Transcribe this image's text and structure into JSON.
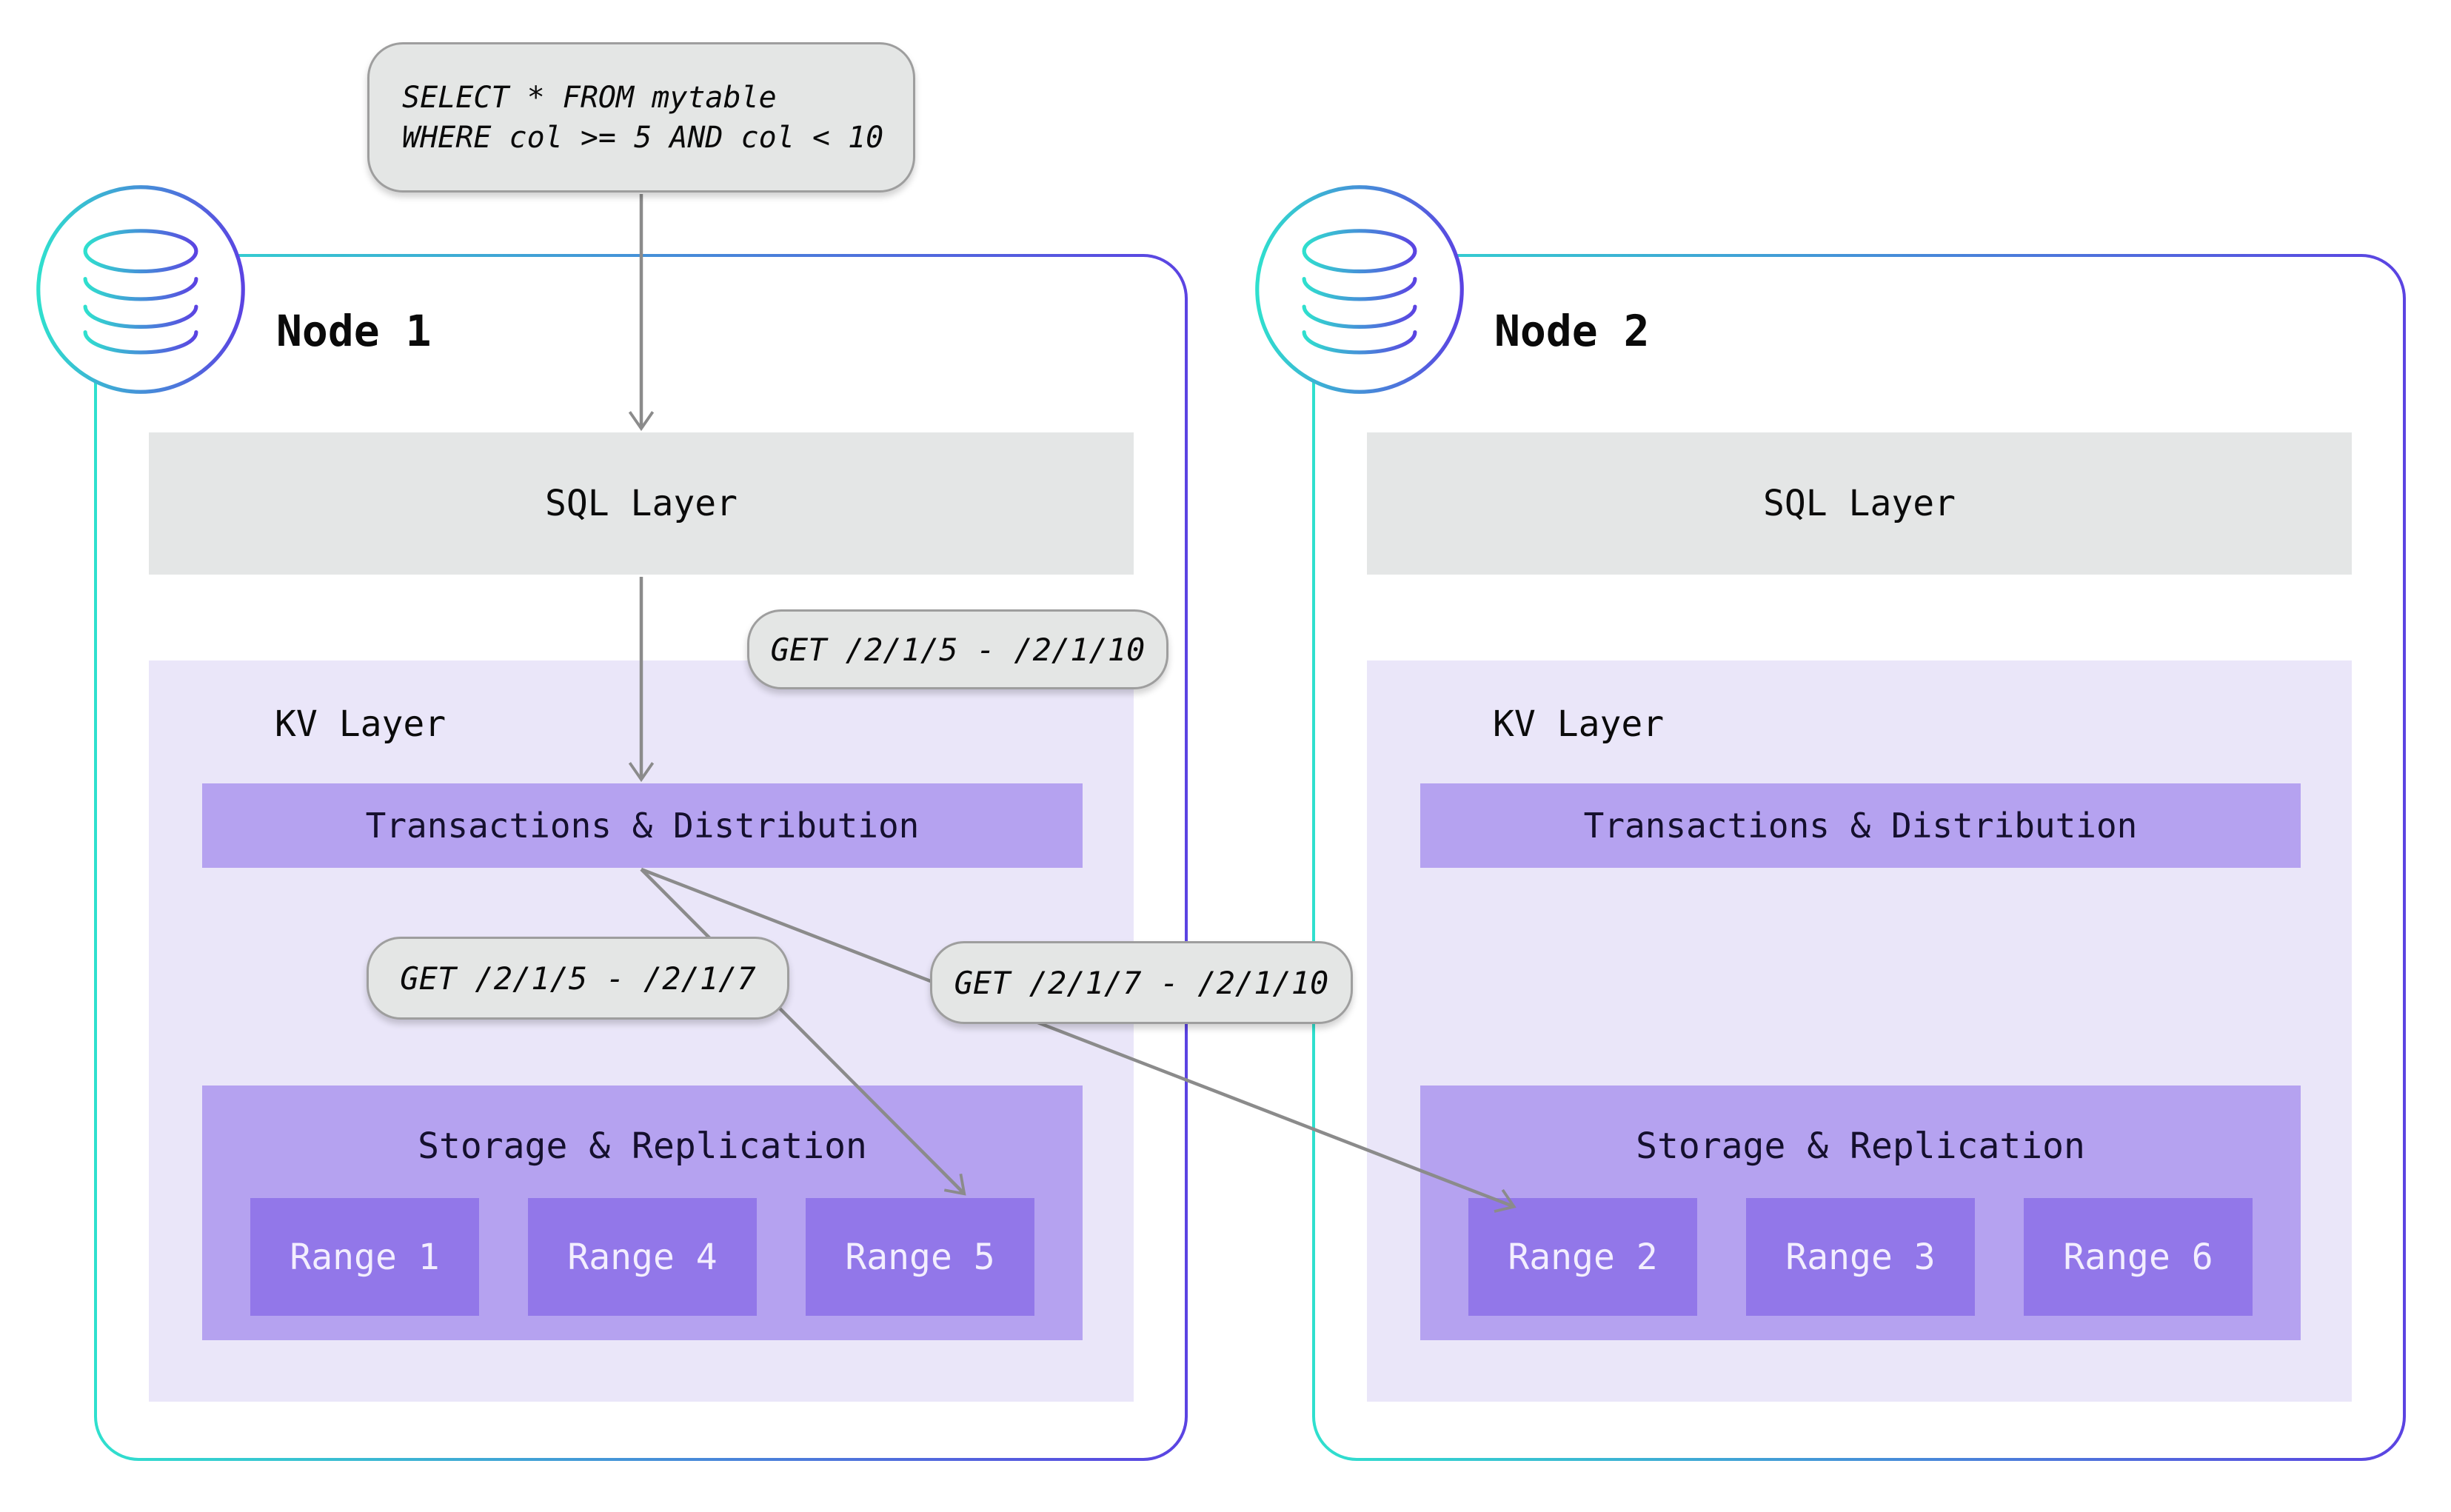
{
  "query_box": {
    "lines": [
      "SELECT * FROM mytable",
      "WHERE col >= 5 AND col < 10"
    ]
  },
  "kv_requests": {
    "full_span": "GET /2/1/5 - /2/1/10",
    "local_span": "GET /2/1/5 - /2/1/7",
    "remote_span": "GET /2/1/7 - /2/1/10"
  },
  "nodes": [
    {
      "title": "Node 1",
      "sql_layer_label": "SQL Layer",
      "kv_layer_label": "KV Layer",
      "transactions_label": "Transactions & Distribution",
      "storage_label": "Storage & Replication",
      "ranges": [
        "Range 1",
        "Range 4",
        "Range 5"
      ]
    },
    {
      "title": "Node 2",
      "sql_layer_label": "SQL Layer",
      "kv_layer_label": "KV Layer",
      "transactions_label": "Transactions & Distribution",
      "storage_label": "Storage & Replication",
      "ranges": [
        "Range 2",
        "Range 3",
        "Range 6"
      ]
    }
  ],
  "colors": {
    "node_border_gradient_start": "#2fe0ce",
    "node_border_gradient_end": "#5b43e2",
    "sql_layer_bg": "#e4e6e6",
    "kv_layer_bg": "#eae6f9",
    "purple_box_bg": "#b5a2f0",
    "range_box_bg": "#9277e9",
    "range_text": "#f3eefe",
    "callout_bg": "#e4e6e5",
    "callout_border": "#9e9e9e",
    "arrow": "#8b8b8b"
  }
}
